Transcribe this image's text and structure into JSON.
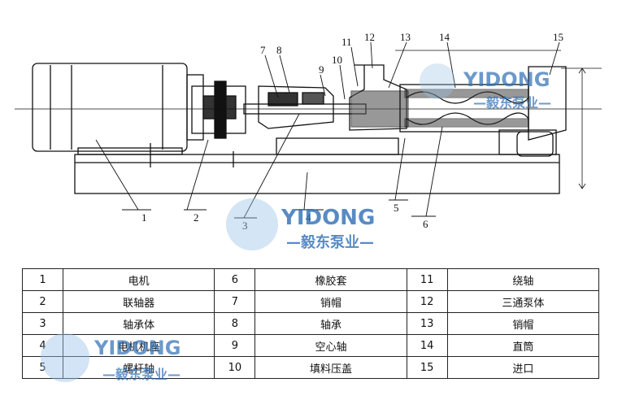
{
  "callouts": [
    "1",
    "2",
    "3",
    "4",
    "5",
    "6",
    "7",
    "8",
    "9",
    "10",
    "11",
    "12",
    "13",
    "14",
    "15"
  ],
  "parts_table": {
    "rows": [
      [
        {
          "num": "1",
          "name": "电机"
        },
        {
          "num": "6",
          "name": "橡胶套"
        },
        {
          "num": "11",
          "name": "绕轴"
        }
      ],
      [
        {
          "num": "2",
          "name": "联轴器"
        },
        {
          "num": "7",
          "name": "销帽"
        },
        {
          "num": "12",
          "name": "三通泵体"
        }
      ],
      [
        {
          "num": "3",
          "name": "轴承体"
        },
        {
          "num": "8",
          "name": "轴承"
        },
        {
          "num": "13",
          "name": "销帽"
        }
      ],
      [
        {
          "num": "4",
          "name": "电机机座"
        },
        {
          "num": "9",
          "name": "空心轴"
        },
        {
          "num": "14",
          "name": "直筒"
        }
      ],
      [
        {
          "num": "5",
          "name": "螺杆轴"
        },
        {
          "num": "10",
          "name": "填料压盖"
        },
        {
          "num": "15",
          "name": "进口"
        }
      ]
    ]
  },
  "watermark": {
    "brand": "YIDONG",
    "subtitle": "—毅东泵业—",
    "color": "#2f6fb5"
  }
}
